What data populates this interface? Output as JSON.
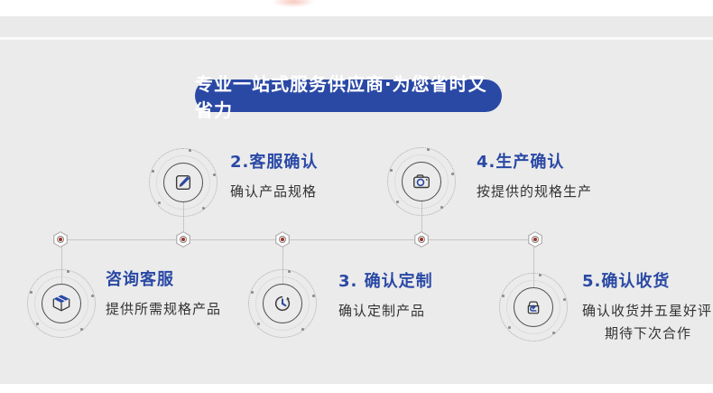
{
  "banner": {
    "text": "专业一站式服务供应商·为您省时又省力"
  },
  "steps": [
    {
      "title": "咨询客服",
      "desc1": "提供所需规格产品",
      "desc2": "",
      "icon": "package-box-icon"
    },
    {
      "title": "2.客服确认",
      "desc1": "确认产品规格",
      "desc2": "",
      "icon": "edit-note-icon"
    },
    {
      "title": "3. 确认定制",
      "desc1": "确认定制产品",
      "desc2": "",
      "icon": "clock-refresh-icon"
    },
    {
      "title": "4.生产确认",
      "desc1": "按提供的规格生产",
      "desc2": "",
      "icon": "camera-icon"
    },
    {
      "title": "5.确认收货",
      "desc1": "确认收货并五星好评",
      "desc2": "期待下次合作",
      "icon": "return-box-icon"
    }
  ],
  "colors": {
    "accent_blue": "#2a49a5",
    "banner_bg": "#2a49a5",
    "text_dark": "#333333",
    "background_gray": "#ebebeb",
    "line_gray": "#c6c6c6",
    "node_dot_red": "#a0342b",
    "circle_border": "#4c4c4c"
  }
}
